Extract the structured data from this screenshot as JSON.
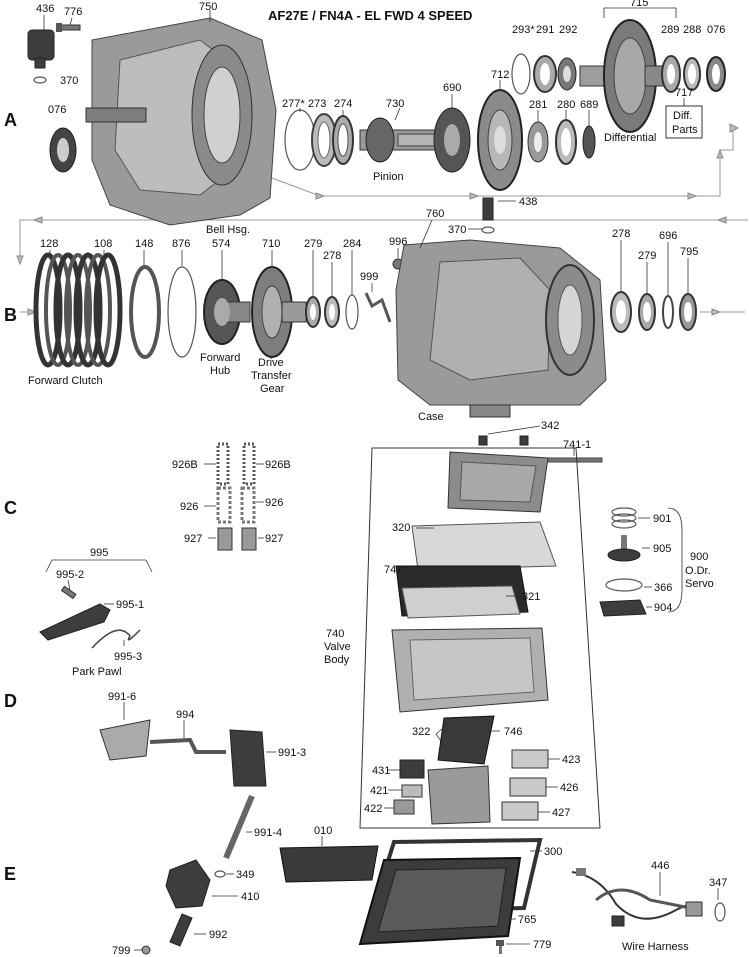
{
  "title": "AF27E / FN4A - EL   FWD 4 SPEED",
  "row_letters": [
    "A",
    "B",
    "C",
    "D",
    "E"
  ],
  "part_numbers": {
    "p436": "436",
    "p776": "776",
    "p370a": "370",
    "p076a": "076",
    "p750": "750",
    "p277": "277*",
    "p273": "273",
    "p274": "274",
    "p730": "730",
    "p690": "690",
    "p712": "712",
    "p715": "715",
    "p293": "293*",
    "p291": "291",
    "p292": "292",
    "p289": "289",
    "p288": "288",
    "p076b": "076",
    "p281": "281",
    "p280": "280",
    "p689": "689",
    "p717": "717",
    "p438": "438",
    "p370b": "370",
    "p128": "128",
    "p108": "108",
    "p148": "148",
    "p876": "876",
    "p574": "574",
    "p710": "710",
    "p279a": "279",
    "p278a": "278",
    "p284": "284",
    "p996": "996",
    "p999": "999",
    "p760": "760",
    "p278b": "278",
    "p279b": "279",
    "p696": "696",
    "p795": "795",
    "p342": "342",
    "p7411": "741-1",
    "p926Ba": "926B",
    "p926Bb": "926B",
    "p926a": "926",
    "p926b": "926",
    "p927a": "927",
    "p927b": "927",
    "p320": "320",
    "p747": "747",
    "p321": "321",
    "p740": "740",
    "p901": "901",
    "p905": "905",
    "p366": "366",
    "p904": "904",
    "p900": "900",
    "p995": "995",
    "p9952": "995-2",
    "p9951": "995-1",
    "p9953": "995-3",
    "p9916": "991-6",
    "p994": "994",
    "p9913": "991-3",
    "p9914": "991-4",
    "p322": "322",
    "p746": "746",
    "p423": "423",
    "p431": "431",
    "p421": "421",
    "p426": "426",
    "p422": "422",
    "p427": "427",
    "p010": "010",
    "p300": "300",
    "p349": "349",
    "p410": "410",
    "p992": "992",
    "p799": "799",
    "p765": "765",
    "p779": "779",
    "p446": "446",
    "p347": "347"
  },
  "captions": {
    "pinion": "Pinion",
    "differential": "Differential",
    "diff_parts_1": "Diff.",
    "diff_parts_2": "Parts",
    "bell_housing": "Bell Hsg.",
    "forward_clutch": "Forward Clutch",
    "forward_hub_1": "Forward",
    "forward_hub_2": "Hub",
    "drive_transfer_1": "Drive",
    "drive_transfer_2": "Transfer",
    "drive_transfer_3": "Gear",
    "case": "Case",
    "valve_body_1": "Valve",
    "valve_body_2": "Body",
    "servo_1": "O.Dr.",
    "servo_2": "Servo",
    "park_pawl": "Park Pawl",
    "wire_harness": "Wire Harness"
  }
}
